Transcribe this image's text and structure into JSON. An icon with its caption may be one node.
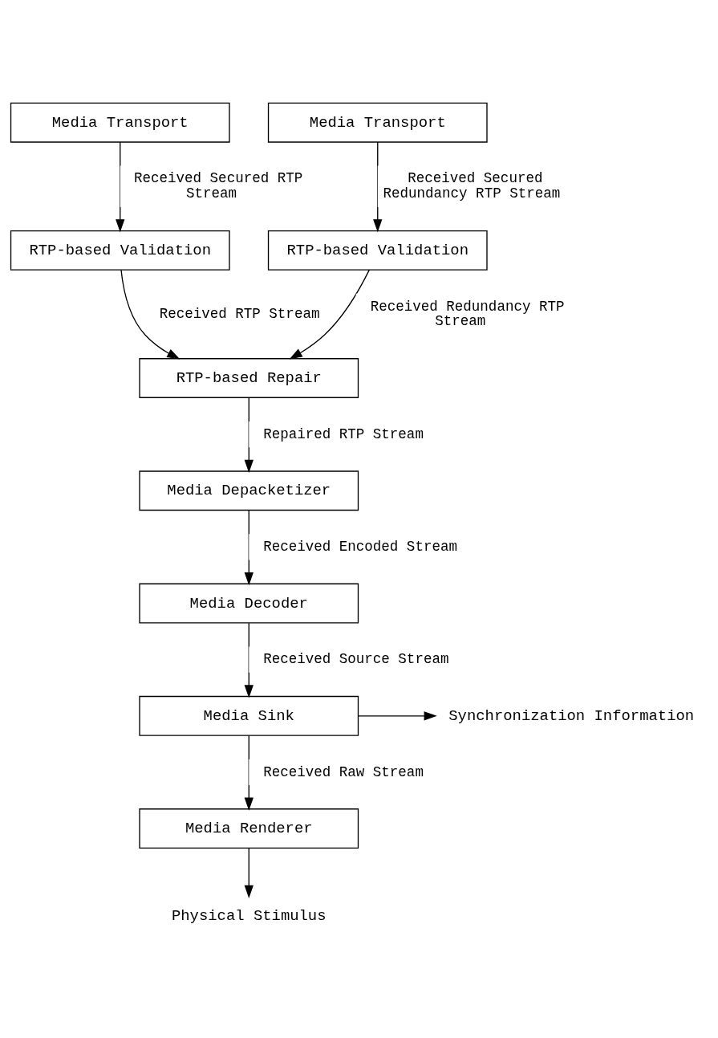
{
  "diagram": {
    "nodes": [
      {
        "text": [
          "Media Transport"
        ]
      },
      {
        "text": [
          "Media Transport"
        ]
      },
      {
        "text": [
          "RTP-based Validation"
        ]
      },
      {
        "text": [
          "RTP-based Validation"
        ]
      },
      {
        "text": [
          "RTP-based Repair"
        ]
      },
      {
        "text": [
          "Media Depacketizer"
        ]
      },
      {
        "text": [
          "Media Decoder"
        ]
      },
      {
        "text": [
          "Media Sink"
        ]
      },
      {
        "text": [
          "Synchronization Information"
        ]
      },
      {
        "text": [
          "Media Renderer"
        ]
      },
      {
        "text": [
          "Physical Stimulus"
        ]
      }
    ],
    "edges": [
      {
        "from": 0,
        "to": 2,
        "arrow": "to",
        "label": "Received Secured RTP Stream"
      },
      {
        "from": 1,
        "to": 3,
        "arrow": "to",
        "label": "Received Secured Redundancy RTP Stream"
      },
      {
        "from": 2,
        "to": 4,
        "arrow": "to",
        "label": "Received RTP Stream"
      },
      {
        "from": 3,
        "to": 4,
        "arrow": "to",
        "label": "Received Redundancy RTP Stream"
      },
      {
        "from": 4,
        "to": 5,
        "arrow": "to",
        "label": "Repaired RTP Stream"
      },
      {
        "from": 5,
        "to": 6,
        "arrow": "to",
        "label": "Received Encoded Stream"
      },
      {
        "from": 6,
        "to": 7,
        "arrow": "to",
        "label": "Received Source Stream"
      },
      {
        "from": 7,
        "to": 8,
        "arrow": "to"
      },
      {
        "from": 7,
        "to": 9,
        "arrow": "to",
        "label": "Received Raw Stream"
      },
      {
        "from": 9,
        "to": 10,
        "arrow": "to"
      }
    ]
  }
}
